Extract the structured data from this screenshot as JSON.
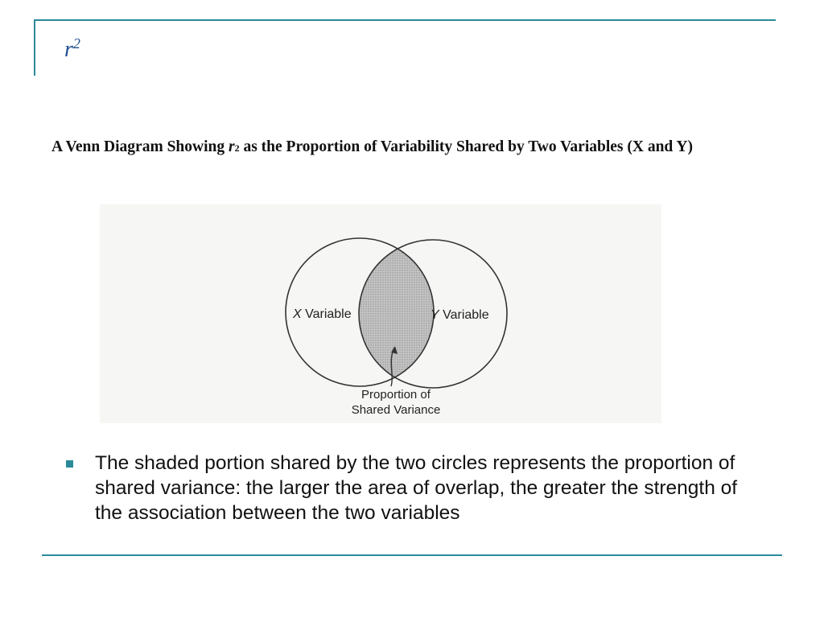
{
  "slide": {
    "title_base": "r",
    "title_sup": "2"
  },
  "caption": {
    "part1": "A Venn Diagram Showing ",
    "r_symbol": "r",
    "r_sup": "2",
    "part2": " as the Proportion of Variability Shared by Two Variables (X and Y)"
  },
  "diagram": {
    "left_circle_italic": "X",
    "left_circle_label": " Variable",
    "right_circle_italic": "Y",
    "right_circle_label": " Variable",
    "overlap_label_line1": "Proportion of",
    "overlap_label_line2": "Shared Variance",
    "overlap_shade_color": "#bdbdbd",
    "circle_stroke_color": "#333333"
  },
  "bullet": {
    "text": "The shaded portion shared by the two circles represents the proportion of shared variance: the larger the area of overlap, the greater the strength of the association between the two variables"
  },
  "theme": {
    "accent": "#2a8a98",
    "title_color": "#1f4f8f"
  }
}
